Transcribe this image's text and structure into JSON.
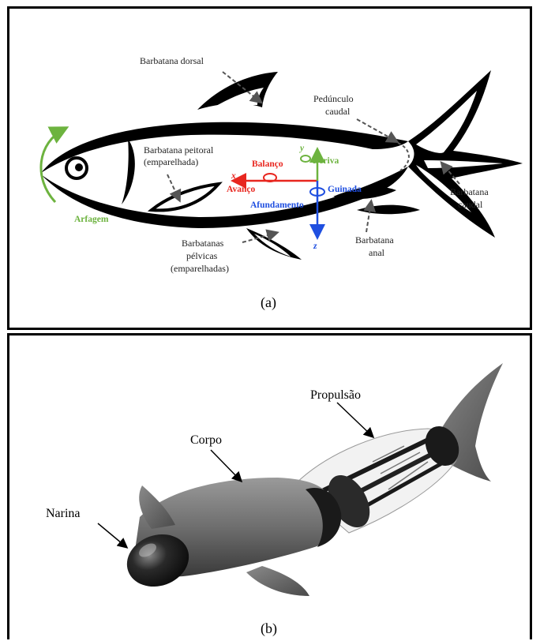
{
  "panel_a": {
    "caption": "(a)",
    "labels": {
      "dorsal": "Barbatana dorsal",
      "peduncle_1": "Pedúnculo",
      "peduncle_2": "caudal",
      "pectoral_1": "Barbatana peitoral",
      "pectoral_2": "(emparelhada)",
      "caudal_1": "Barbatana",
      "caudal_2": "caudal",
      "pelvic_1": "Barbatanas",
      "pelvic_2": "pélvicas",
      "pelvic_3": "(emparelhadas)",
      "anal_1": "Barbatana",
      "anal_2": "anal"
    },
    "motions": {
      "arfagem": "Arfagem",
      "balanco": "Balanço",
      "deriva": "Deriva",
      "avanco": "Avanço",
      "guinada": "Guinada",
      "afundamento": "Afundamento"
    },
    "axes": {
      "x": "x",
      "y": "y",
      "z": "z"
    },
    "colors": {
      "red": "#e8261f",
      "green": "#6db33f",
      "blue": "#1f4fe0"
    }
  },
  "panel_b": {
    "caption": "(b)",
    "labels": {
      "propulsion": "Propulsão",
      "body": "Corpo",
      "nostril": "Narina"
    }
  }
}
